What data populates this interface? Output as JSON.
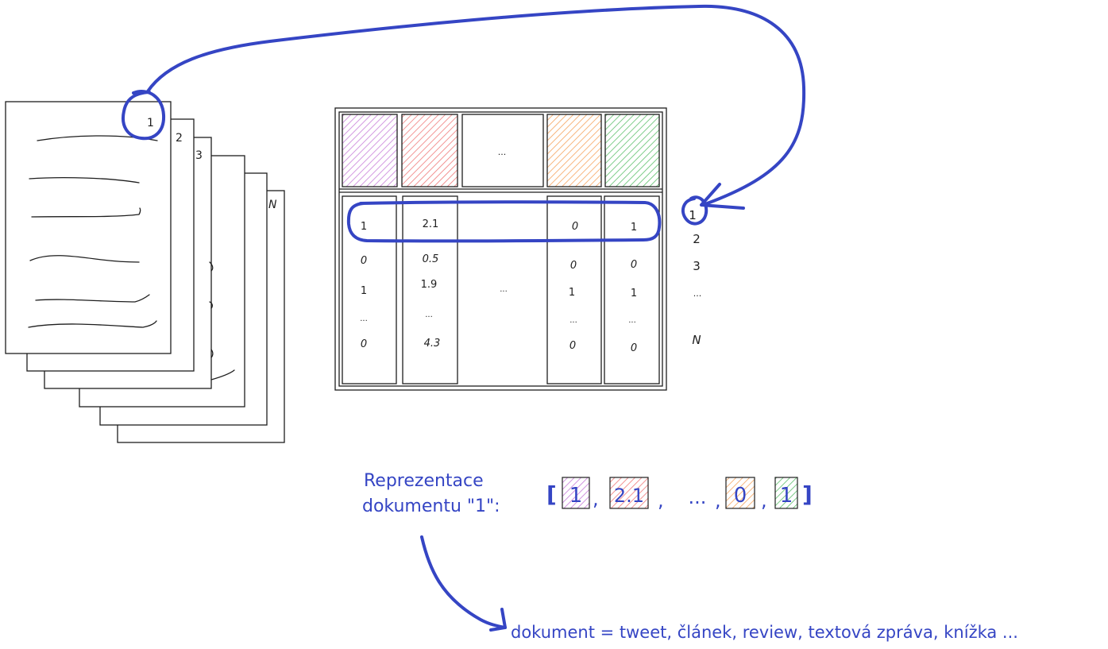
{
  "documents": {
    "labels": [
      "1",
      "2",
      "3",
      "N"
    ]
  },
  "matrix": {
    "header_ellipsis": "...",
    "columns": [
      {
        "color": "#c77dd9",
        "values": [
          "1",
          "0",
          "1",
          "...",
          "0"
        ]
      },
      {
        "color": "#f07b7b",
        "values": [
          "2.1",
          "0.5",
          "1.9",
          "...",
          "4.3"
        ]
      },
      {
        "color": null,
        "values": [
          "",
          "",
          "...",
          "",
          ""
        ]
      },
      {
        "color": "#f5a25c",
        "values": [
          "0",
          "0",
          "1",
          "...",
          "0"
        ]
      },
      {
        "color": "#5cbf6b",
        "values": [
          "1",
          "0",
          "1",
          "...",
          "0"
        ]
      }
    ],
    "row_labels": [
      "1",
      "2",
      "3",
      "...",
      "N"
    ]
  },
  "representation": {
    "label_line1": "Reprezentace",
    "label_line2": "dokumentu \"1\":",
    "open_bracket": "[",
    "close_bracket": "]",
    "items": [
      {
        "value": "1",
        "color": "#c77dd9"
      },
      {
        "value": "2.1",
        "color": "#f07b7b"
      },
      {
        "value": "...",
        "color": null
      },
      {
        "value": "0",
        "color": "#f5a25c"
      },
      {
        "value": "1",
        "color": "#5cbf6b"
      }
    ],
    "separator": ","
  },
  "definition": "dokument = tweet, článek, review, textová zpráva, knížka ...",
  "colors": {
    "accent": "#3545c4",
    "ink": "#1e1e1e"
  }
}
